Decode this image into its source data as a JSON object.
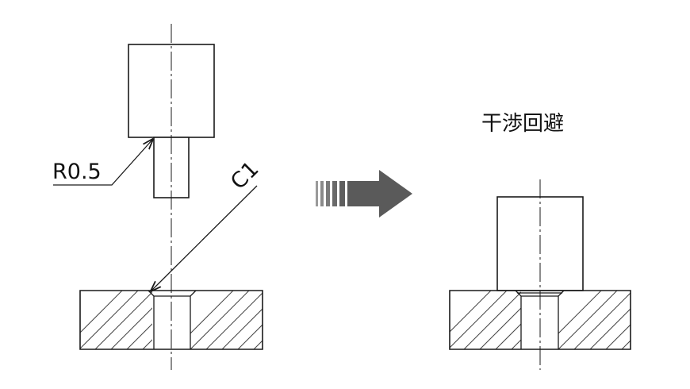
{
  "labels": {
    "fillet": "R0.5",
    "chamfer": "C1",
    "result_title": "干渉回避"
  },
  "colors": {
    "line": "#1a1a1a",
    "hatch": "#444444",
    "arrow_fill": "#5a5a5a",
    "background": "#ffffff"
  },
  "icons": {
    "transition": "right-arrow-icon"
  }
}
